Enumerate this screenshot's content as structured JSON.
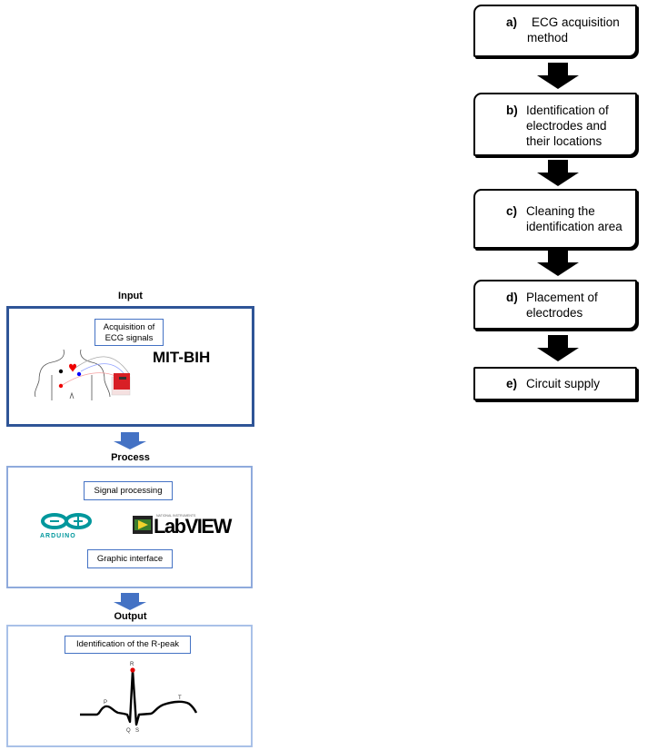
{
  "flowchart": {
    "steps": [
      {
        "label": "a)",
        "lines": [
          "ECG acquisition",
          "method"
        ]
      },
      {
        "label": "b)",
        "lines": [
          "Identification of",
          "electrodes and",
          "their locations"
        ]
      },
      {
        "label": "c)",
        "lines": [
          "Cleaning the",
          "identification area"
        ]
      },
      {
        "label": "d)",
        "lines": [
          "Placement of",
          "electrodes"
        ]
      },
      {
        "label": "e)",
        "lines": [
          "Circuit supply"
        ]
      }
    ],
    "arrow_color": "#000000"
  },
  "pipeline": {
    "input": {
      "title": "Input",
      "caption_lines": [
        "Acquisition of",
        "ECG signals"
      ],
      "dataset": "MIT-BIH"
    },
    "process": {
      "title": "Process",
      "caption_top": "Signal processing",
      "caption_bottom": "Graphic interface",
      "logos": {
        "arduino": "ARDUINO",
        "labview": "LabVIEW",
        "labview_small": "NATIONAL INSTRUMENTS"
      }
    },
    "output": {
      "title": "Output",
      "caption": "Identification of the R-peak",
      "wave_labels": {
        "P": "P",
        "Q": "Q",
        "R": "R",
        "S": "S",
        "T": "T"
      }
    },
    "colors": {
      "input_border": "#2f5597",
      "process_border": "#8faadc",
      "output_border": "#a9c1e8",
      "arrow": "#4472c4",
      "r_peak": "#e00000",
      "arduino": "#00979c"
    }
  }
}
